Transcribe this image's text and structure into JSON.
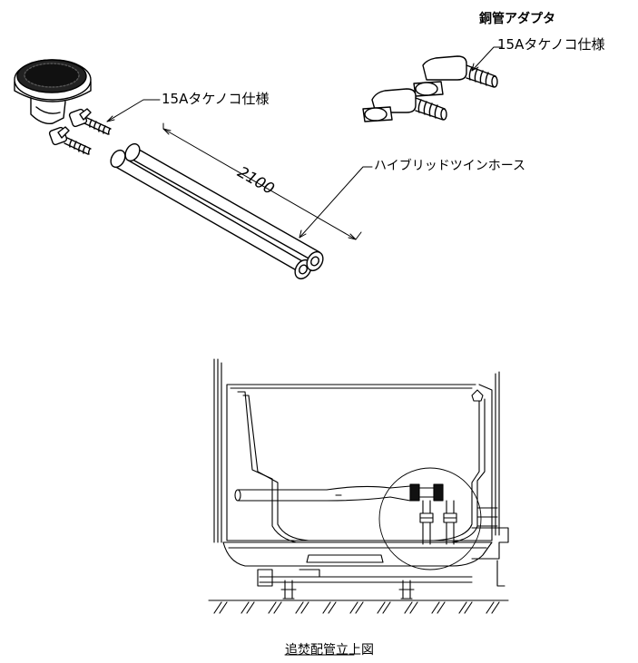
{
  "labels": {
    "copper_adapter": "銅管アダプタ",
    "spec_right": "15Aタケノコ仕様",
    "spec_left": "15Aタケノコ仕様",
    "dimension": "2100",
    "hose": "ハイブリッドツインホース",
    "caption": "追焚配管立上図"
  }
}
